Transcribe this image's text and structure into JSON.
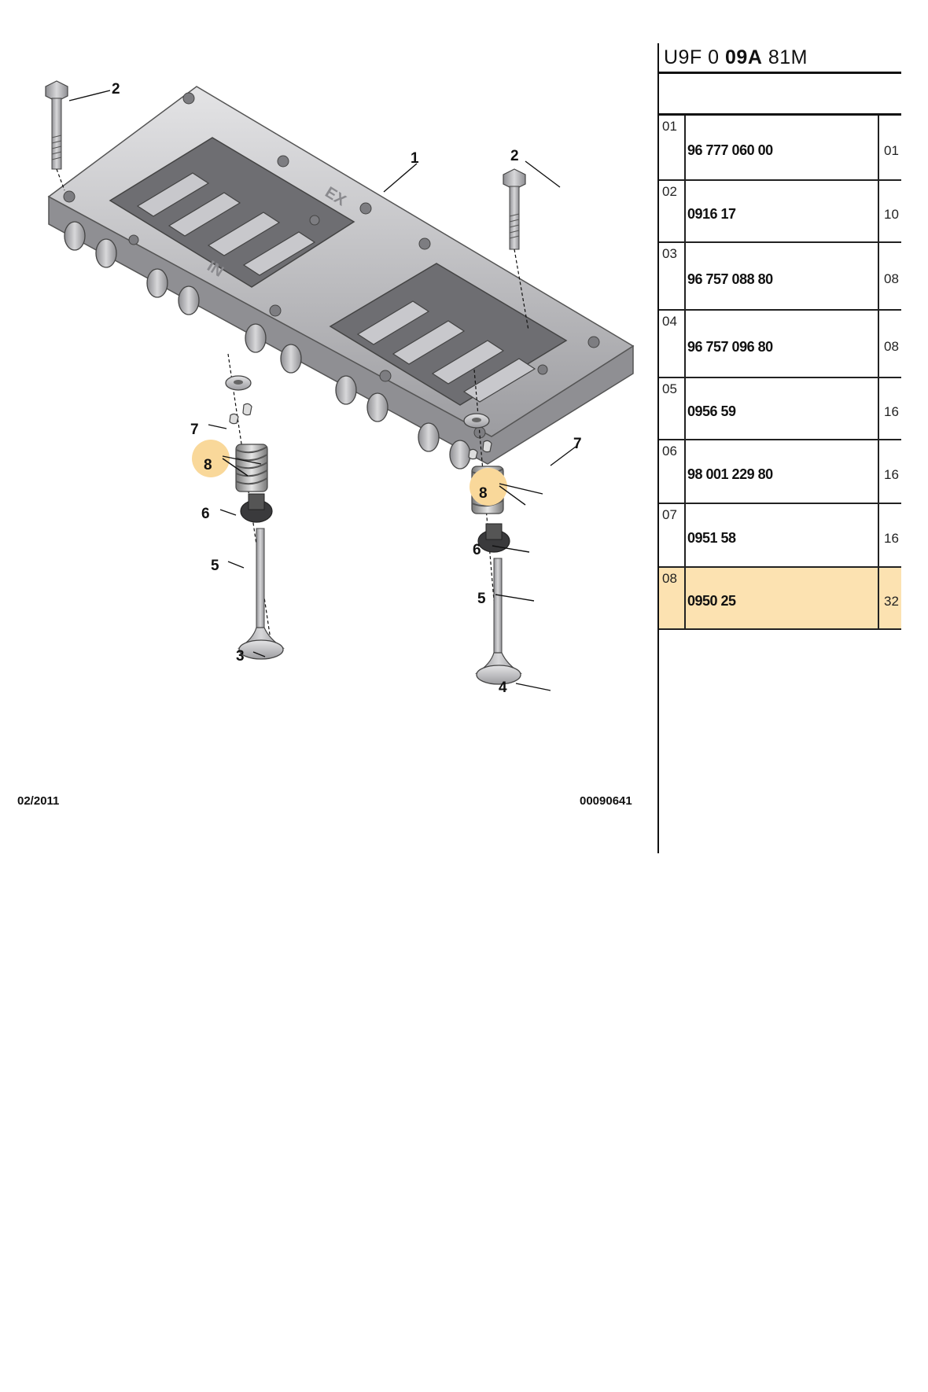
{
  "diagram": {
    "callouts": [
      {
        "id": "c2a",
        "label": "2",
        "highlighted": false
      },
      {
        "id": "c1",
        "label": "1",
        "highlighted": false
      },
      {
        "id": "c2b",
        "label": "2",
        "highlighted": false
      },
      {
        "id": "c7a",
        "label": "7",
        "highlighted": false
      },
      {
        "id": "c8a",
        "label": "8",
        "highlighted": true
      },
      {
        "id": "c6a",
        "label": "6",
        "highlighted": false
      },
      {
        "id": "c5a",
        "label": "5",
        "highlighted": false
      },
      {
        "id": "c3",
        "label": "3",
        "highlighted": false
      },
      {
        "id": "c7b",
        "label": "7",
        "highlighted": false
      },
      {
        "id": "c8b",
        "label": "8",
        "highlighted": true
      },
      {
        "id": "c6b",
        "label": "6",
        "highlighted": false
      },
      {
        "id": "c5b",
        "label": "5",
        "highlighted": false
      },
      {
        "id": "c4",
        "label": "4",
        "highlighted": false
      }
    ],
    "component_labels": {
      "exhaust_mark": "EX",
      "intake_mark": "IN"
    },
    "date": "02/2011",
    "drawing_number": "00090641",
    "highlight_color": "#f9d89a"
  },
  "parts_panel": {
    "header": {
      "prefix": "U9F 0 ",
      "bold": "09A",
      "suffix": " 81M"
    },
    "highlight_color": "#fce2b1",
    "rows": [
      {
        "ref": "01",
        "part_number": "96 777 060 00",
        "qty": "01",
        "highlighted": false
      },
      {
        "ref": "02",
        "part_number": "0916 17",
        "qty": "10",
        "highlighted": false
      },
      {
        "ref": "03",
        "part_number": "96 757 088 80",
        "qty": "08",
        "highlighted": false
      },
      {
        "ref": "04",
        "part_number": "96 757 096 80",
        "qty": "08",
        "highlighted": false
      },
      {
        "ref": "05",
        "part_number": "0956 59",
        "qty": "16",
        "highlighted": false
      },
      {
        "ref": "06",
        "part_number": "98 001 229 80",
        "qty": "16",
        "highlighted": false
      },
      {
        "ref": "07",
        "part_number": "0951 58",
        "qty": "16",
        "highlighted": false
      },
      {
        "ref": "08",
        "part_number": "0950 25",
        "qty": "32",
        "highlighted": true
      }
    ]
  }
}
